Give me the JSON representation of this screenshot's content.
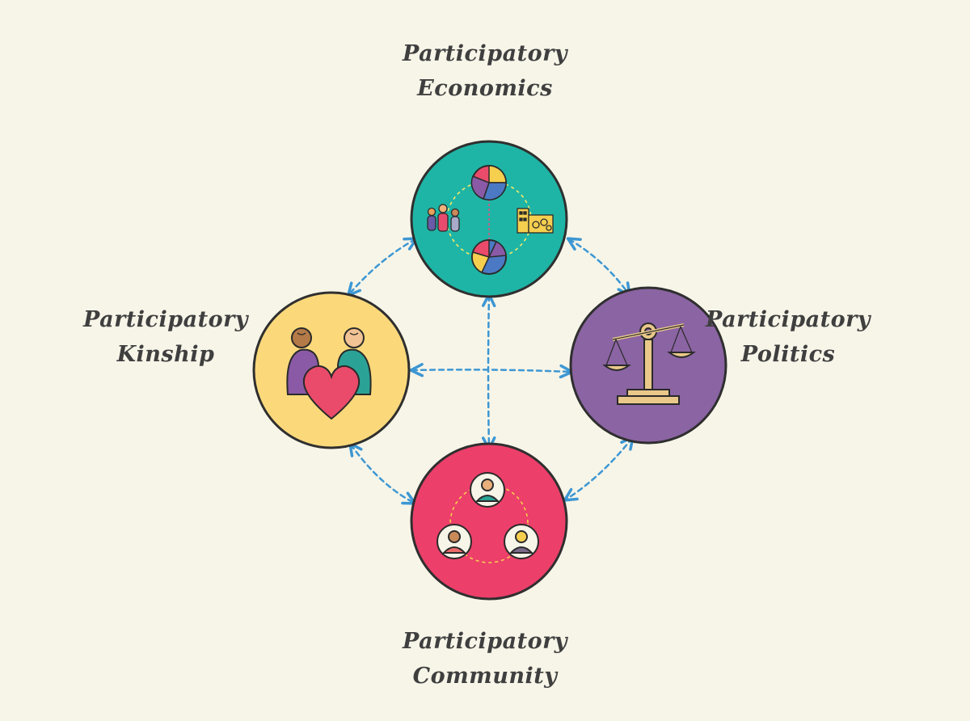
{
  "nodes": {
    "economics": {
      "line1": "Participatory",
      "line2": "Economics",
      "color": "#1fb5a6",
      "icon": "pie-charts-people-factory-icon"
    },
    "kinship": {
      "line1": "Participatory",
      "line2": "Kinship",
      "color": "#fbd97b",
      "icon": "couple-heart-icon"
    },
    "politics": {
      "line1": "Participatory",
      "line2": "Politics",
      "color": "#8b64a3",
      "icon": "balance-scale-icon"
    },
    "community": {
      "line1": "Participatory",
      "line2": "Community",
      "color": "#ec3f6a",
      "icon": "connected-people-icon"
    }
  },
  "edge_color": "#3d97d3",
  "background_color": "#f7f5e8"
}
